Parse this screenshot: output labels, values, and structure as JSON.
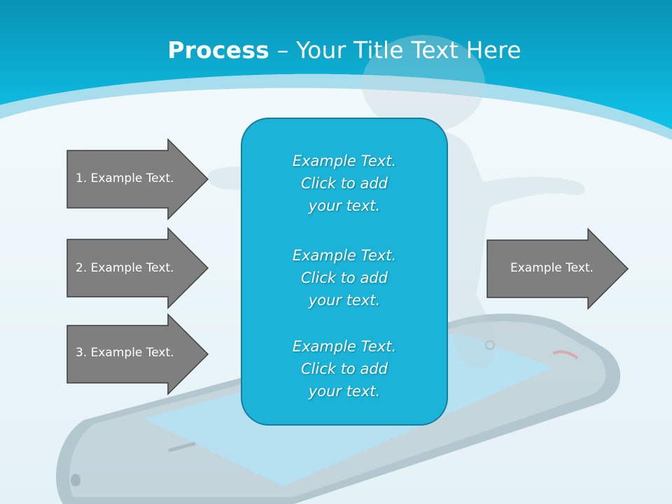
{
  "title": {
    "bold": "Process",
    "rest": " – Your Title Text Here"
  },
  "left_arrows": [
    {
      "label": "1. Example Text."
    },
    {
      "label": "2. Example Text."
    },
    {
      "label": "3. Example Text."
    }
  ],
  "right_arrow": {
    "label": "Example Text."
  },
  "center_box": {
    "blocks": [
      {
        "line1": "Example Text.",
        "line2": "Click  to add",
        "line3": "your text."
      },
      {
        "line1": "Example Text.",
        "line2": "Click  to add",
        "line3": "your text."
      },
      {
        "line1": "Example Text.",
        "line2": "Click  to add",
        "line3": "your text."
      }
    ]
  },
  "colors": {
    "header_blue": "#0ab7df",
    "arrow_fill": "#7f7f7f",
    "box_fill": "#1bb3d8",
    "box_border": "#167e9c"
  }
}
